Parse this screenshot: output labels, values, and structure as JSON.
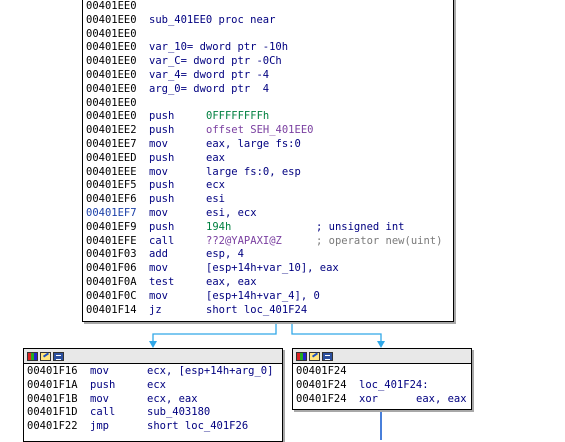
{
  "colors": {
    "address": "#000000",
    "address_highlight": "#1a3fa8",
    "mnemonic": "#000080",
    "number": "#008040",
    "symbol": "#7a3fa0",
    "comment": "#7a7a7a",
    "edge": "#31a8e8",
    "edge_unconditional": "#1a5fd0"
  },
  "main_block": {
    "lines": [
      {
        "addr": "00401EE0",
        "text": ""
      },
      {
        "addr": "00401EE0",
        "text": "sub_401EE0 proc near"
      },
      {
        "addr": "00401EE0",
        "text": ""
      },
      {
        "addr": "00401EE0",
        "text": "var_10= dword ptr -10h"
      },
      {
        "addr": "00401EE0",
        "text": "var_C= dword ptr -0Ch"
      },
      {
        "addr": "00401EE0",
        "text": "var_4= dword ptr -4"
      },
      {
        "addr": "00401EE0",
        "text": "arg_0= dword ptr  4"
      },
      {
        "addr": "00401EE0",
        "text": ""
      },
      {
        "addr": "00401EE0",
        "mn": "push",
        "op": "0FFFFFFFFh",
        "op_class": "num"
      },
      {
        "addr": "00401EE2",
        "mn": "push",
        "op": "offset SEH_401EE0",
        "op_class": "sym"
      },
      {
        "addr": "00401EE7",
        "mn": "mov",
        "op": "eax, large fs:0"
      },
      {
        "addr": "00401EED",
        "mn": "push",
        "op": "eax"
      },
      {
        "addr": "00401EEE",
        "mn": "mov",
        "op": "large fs:0, esp"
      },
      {
        "addr": "00401EF5",
        "mn": "push",
        "op": "ecx"
      },
      {
        "addr": "00401EF6",
        "mn": "push",
        "op": "esi"
      },
      {
        "addr": "00401EF7",
        "mn": "mov",
        "op": "esi, ecx",
        "highlight": true
      },
      {
        "addr": "00401EF9",
        "mn": "push",
        "op": "194h",
        "op_class": "num",
        "comment": "; unsigned int",
        "comment_class": "c-op"
      },
      {
        "addr": "00401EFE",
        "mn": "call",
        "op": "??2@YAPAXI@Z",
        "op_class": "sym",
        "comment": "; operator new(uint)",
        "comment_class": "cmt"
      },
      {
        "addr": "00401F03",
        "mn": "add",
        "op": "esp, 4"
      },
      {
        "addr": "00401F06",
        "mn": "mov",
        "op": "[esp+14h+var_10], eax"
      },
      {
        "addr": "00401F0A",
        "mn": "test",
        "op": "eax, eax"
      },
      {
        "addr": "00401F0C",
        "mn": "mov",
        "op": "[esp+14h+var_4], 0"
      },
      {
        "addr": "00401F14",
        "mn": "jz",
        "op": "short loc_401F24"
      }
    ]
  },
  "left_block": {
    "lines": [
      {
        "addr": "00401F16",
        "mn": "mov",
        "op": "ecx, [esp+14h+arg_0]"
      },
      {
        "addr": "00401F1A",
        "mn": "push",
        "op": "ecx"
      },
      {
        "addr": "00401F1B",
        "mn": "mov",
        "op": "ecx, eax"
      },
      {
        "addr": "00401F1D",
        "mn": "call",
        "op": "sub_403180"
      },
      {
        "addr": "00401F22",
        "mn": "jmp",
        "op": "short loc_401F26"
      }
    ]
  },
  "right_block": {
    "lines": [
      {
        "addr": "00401F24",
        "text": ""
      },
      {
        "addr": "00401F24",
        "text": "loc_401F24:"
      },
      {
        "addr": "00401F24",
        "mn": "xor",
        "op": "eax, eax"
      }
    ]
  }
}
